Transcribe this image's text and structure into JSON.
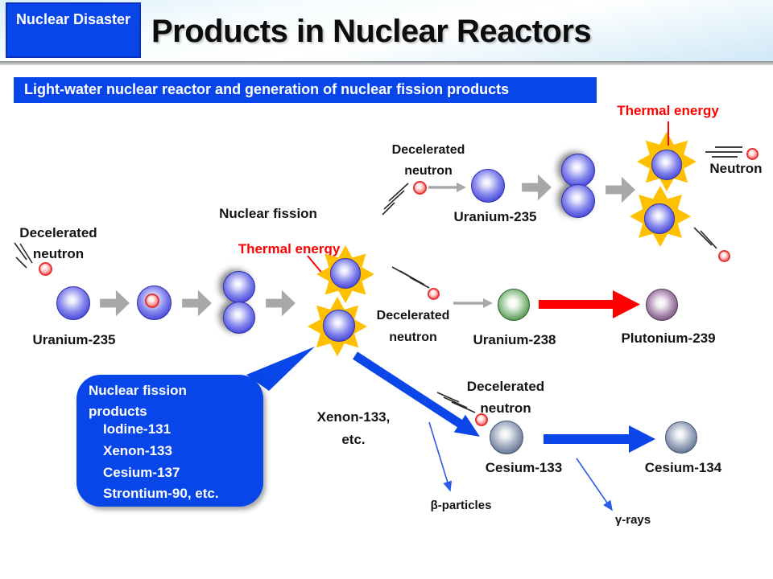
{
  "colors": {
    "primary_blue": "#0846E9",
    "star_gold": "#FFC000",
    "alert_red": "#FF0000",
    "arrow_gray": "#A8A8A8",
    "arrow_blue": "#0B46E8"
  },
  "header": {
    "badge_line1": "Nuclear",
    "badge_line2": "Disaster",
    "title": "Products in Nuclear Reactors"
  },
  "banner": {
    "text": "Light-water nuclear reactor and generation of nuclear fission products"
  },
  "top_chain": {
    "decelerated_line1": "Decelerated",
    "decelerated_line2": "neutron",
    "uranium_235": "Uranium-235",
    "thermal_energy": "Thermal energy",
    "neutron": "Neutron"
  },
  "main_chain": {
    "decelerated_line1": "Decelerated",
    "decelerated_line2": "neutron",
    "uranium_235": "Uranium-235",
    "nuclear_fission": "Nuclear fission",
    "thermal_energy": "Thermal energy"
  },
  "u238_chain": {
    "decelerated_line1": "Decelerated",
    "decelerated_line2": "neutron",
    "uranium_238": "Uranium-238",
    "plutonium_239": "Plutonium-239"
  },
  "bubble": {
    "line1": "Nuclear fission",
    "line2": "products",
    "items": [
      "Iodine-131",
      "Xenon-133",
      "Cesium-137",
      "Strontium-90, etc."
    ]
  },
  "xenon_label": {
    "line1": "Xenon-133,",
    "line2": "etc."
  },
  "cesium_chain": {
    "decelerated_line1": "Decelerated",
    "decelerated_line2": "neutron",
    "cesium_133": "Cesium-133",
    "cesium_134": "Cesium-134",
    "beta_particles": "β-particles",
    "gamma_rays": "γ-rays"
  }
}
